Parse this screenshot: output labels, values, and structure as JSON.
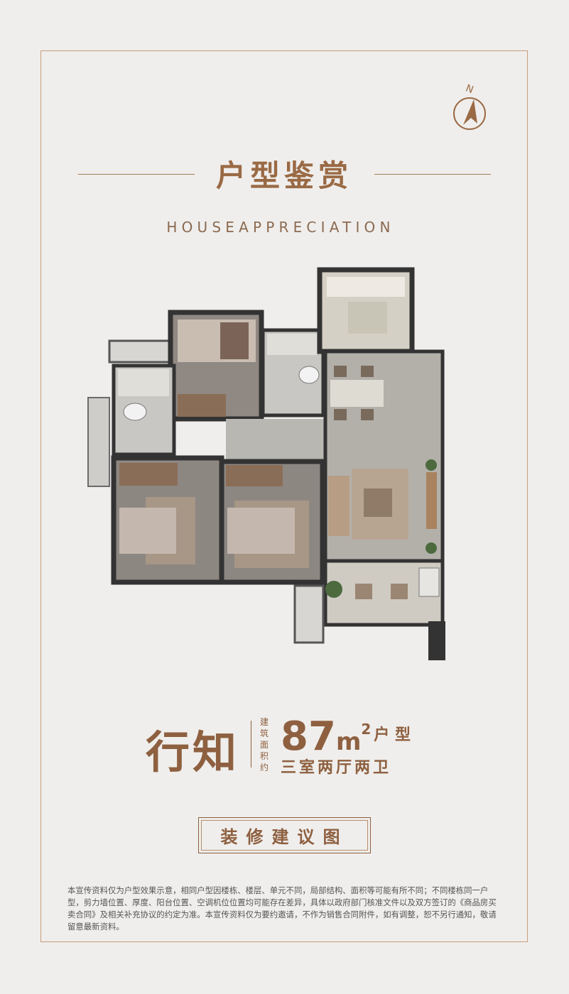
{
  "title": "户型鉴赏",
  "subtitle": "HOUSEAPPRECIATION",
  "compass_label": "N",
  "product": {
    "name": "行知",
    "vertical_label": [
      "建",
      "筑",
      "面",
      "积",
      "约"
    ],
    "area_number": "87",
    "area_unit": "m",
    "area_sup": "2",
    "type_label": "户 型",
    "layout_label": "三室两厅两卫"
  },
  "suggest_label": "装修建议图",
  "disclaimer": "本宣传资料仅为户型效果示意，相同户型因楼栋、楼层、单元不同，局部结构、面积等可能有所不同；不同楼栋同一户型，剪力墙位置、厚度、阳台位置、空调机位位置均可能存在差异，具体以政府部门核准文件以及双方签订的《商品房买卖合同》及相关补充协议的约定为准。本宣传资料仅为要约邀请，不作为销售合同附件，如有调整，恕不另行通知，敬请留意最新资料。",
  "colors": {
    "accent": "#8e6040",
    "frame": "#c79e79",
    "background": "#efeeec",
    "floor_tile": "#b9b7b1",
    "wood_floor": "#8d8782",
    "wall": "#3a3a3a"
  }
}
